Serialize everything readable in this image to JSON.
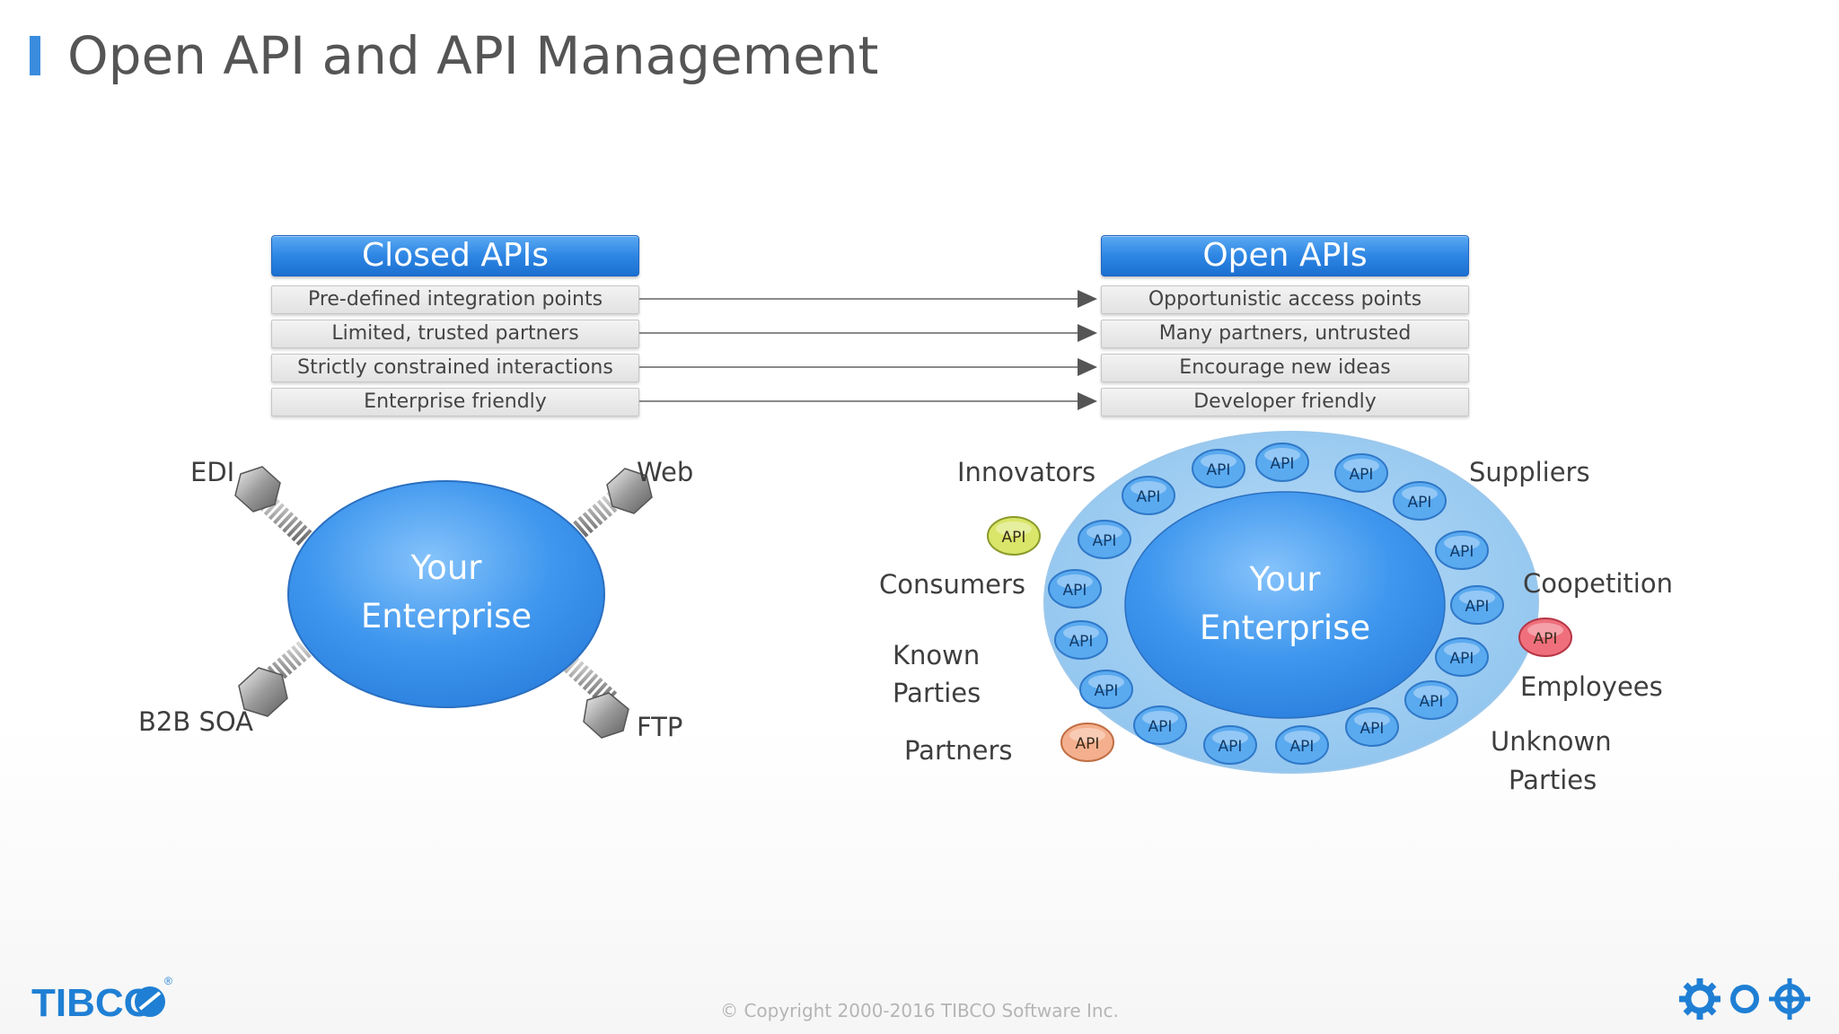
{
  "title": "Open API and API Management",
  "closed": {
    "heading": "Closed APIs",
    "rows": [
      "Pre-defined  integration points",
      "Limited, trusted partners",
      "Strictly constrained interactions",
      "Enterprise friendly"
    ],
    "center_line1": "Your",
    "center_line2": "Enterprise",
    "connectors": {
      "edi": "EDI",
      "web": "Web",
      "b2b": "B2B SOA",
      "ftp": "FTP"
    }
  },
  "open": {
    "heading": "Open APIs",
    "rows": [
      "Opportunistic access points",
      "Many partners, untrusted",
      "Encourage new ideas",
      "Developer friendly"
    ],
    "center_line1": "Your",
    "center_line2": "Enterprise",
    "api_label": "API",
    "parties": {
      "innovators": "Innovators",
      "consumers": "Consumers",
      "known_1": "Known",
      "known_2": "Parties",
      "partners": "Partners",
      "suppliers": "Suppliers",
      "coopetition": "Coopetition",
      "employees": "Employees",
      "unknown_1": "Unknown",
      "unknown_2": "Parties"
    }
  },
  "logo": "TIBCO",
  "copyright": "© Copyright 2000-2016 TIBCO Software Inc.",
  "colors": {
    "accent": "#3a8dde",
    "api_blue": "#5aaaf0",
    "api_yellow": "#d9e66a",
    "api_orange": "#f4b08e",
    "api_red": "#ef6f7c",
    "logo_blue": "#1f7fd4"
  },
  "footer_icons": [
    "gear-icon",
    "circle-icon",
    "target-icon"
  ]
}
